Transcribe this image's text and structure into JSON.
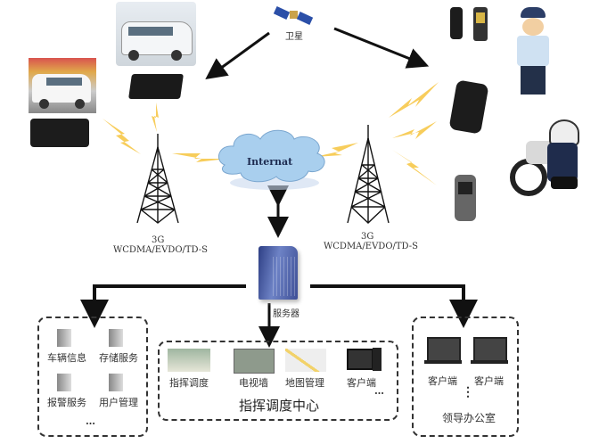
{
  "satellite": {
    "label": "卫星"
  },
  "internet": {
    "label": "Internat"
  },
  "tower_left": {
    "line1": "3G",
    "line2": "WCDMA/EVDO/TD-S"
  },
  "tower_right": {
    "line1": "3G",
    "line2": "WCDMA/EVDO/TD-S"
  },
  "server": {
    "label": "服务器"
  },
  "left_group": {
    "items": [
      {
        "label": "车辆信息",
        "icon": "server-icon"
      },
      {
        "label": "存储服务",
        "icon": "server-icon"
      },
      {
        "label": "报警服务",
        "icon": "server-icon"
      },
      {
        "label": "用户管理",
        "icon": "server-icon"
      }
    ],
    "more": "…"
  },
  "center_group": {
    "title": "指挥调度中心",
    "items": [
      {
        "label": "指挥调度",
        "icon": "control-room-icon"
      },
      {
        "label": "电视墙",
        "icon": "video-wall-icon"
      },
      {
        "label": "地图管理",
        "icon": "map-icon"
      },
      {
        "label": "客户端",
        "icon": "desktop-computer-icon"
      }
    ],
    "more": "…"
  },
  "right_group": {
    "title": "领导办公室",
    "items": [
      {
        "label": "客户端",
        "icon": "laptop-icon"
      },
      {
        "label": "客户端",
        "icon": "laptop-icon"
      }
    ],
    "more": "⋮"
  },
  "colors": {
    "lightning": "#f5c242",
    "cloud": "#a9cfee",
    "server": "#4a5fa8",
    "line": "#111111"
  }
}
